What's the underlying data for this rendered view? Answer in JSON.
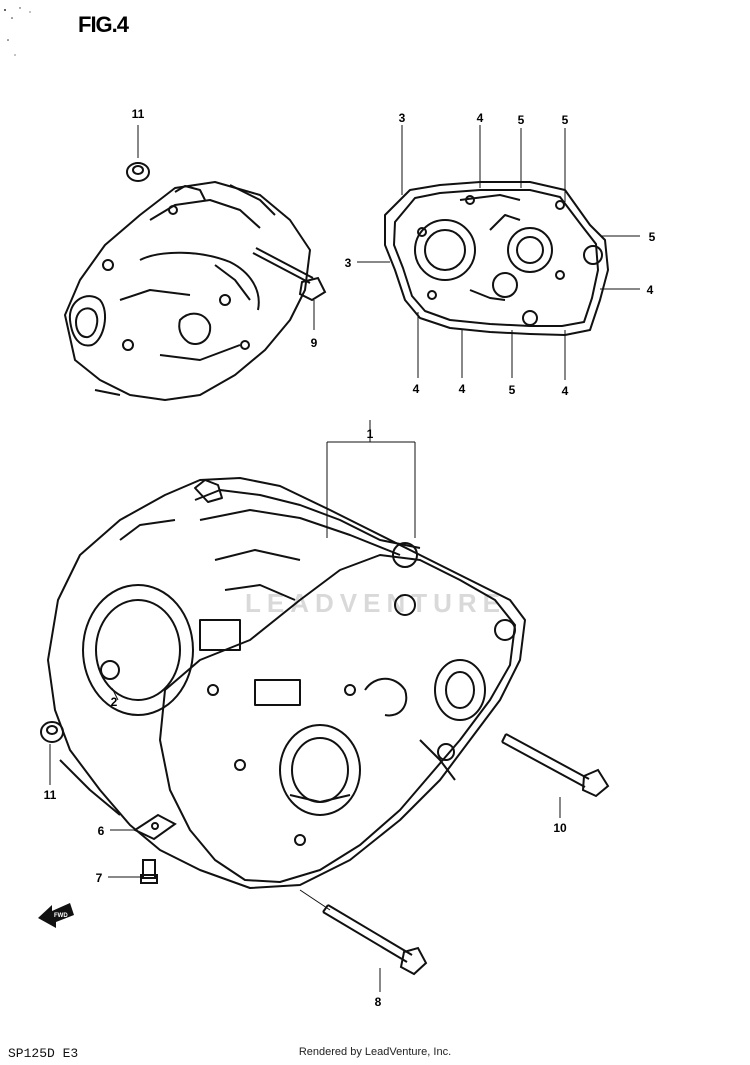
{
  "figure": {
    "title": "FIG.4",
    "model_code": "SP125D E3",
    "rendered_by": "Rendered by LeadVenture, Inc.",
    "watermark": "LEADVENTURE"
  },
  "callouts": {
    "c1": "1",
    "c2": "2",
    "c3a": "3",
    "c3b": "3",
    "c4a": "4",
    "c4b": "4",
    "c4c": "4",
    "c4d": "4",
    "c4e": "4",
    "c5a": "5",
    "c5b": "5",
    "c5c": "5",
    "c5d": "5",
    "c6": "6",
    "c7": "7",
    "c8": "8",
    "c9": "9",
    "c10": "10",
    "c11a": "11",
    "c11b": "11"
  },
  "fwd_arrow": "FWD"
}
